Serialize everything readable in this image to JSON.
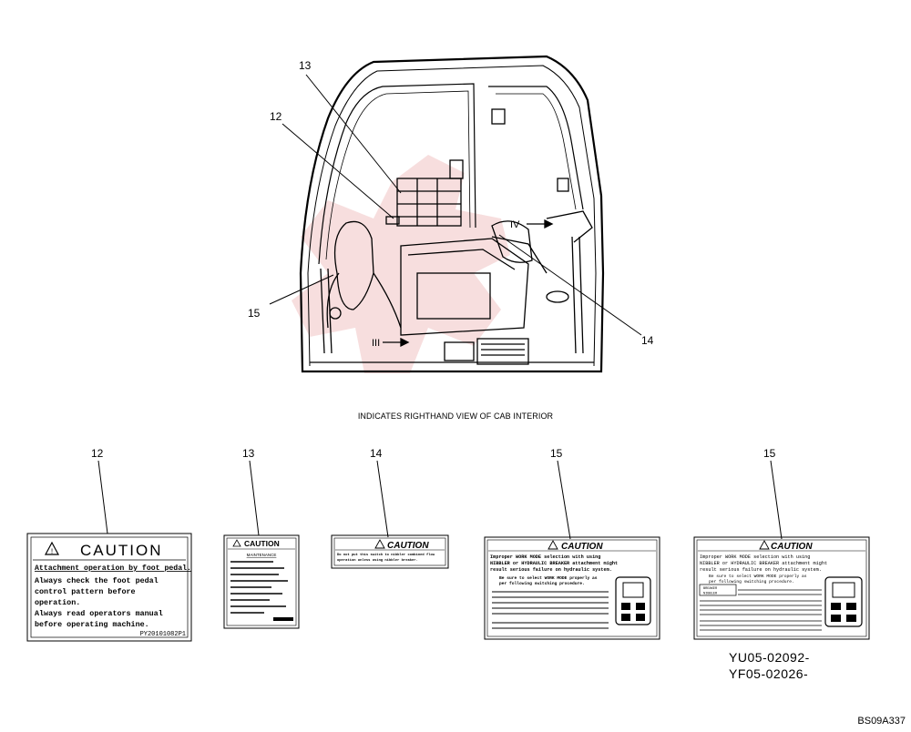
{
  "callouts": {
    "upper_13": "13",
    "upper_12": "12",
    "upper_15": "15",
    "upper_14": "14",
    "arrow_iv": "IV",
    "arrow_iii": "III"
  },
  "caption": "INDICATES RIGHTHAND VIEW OF CAB INTERIOR",
  "labels": [
    {
      "number": "12",
      "title": "CAUTION",
      "underlined": "Attachment operation by foot pedal.",
      "lines": [
        "Always check the foot pedal",
        "control pattern before",
        "operation.",
        "Always read operators manual",
        "before operating machine."
      ],
      "part_no": "PY20101082P1"
    },
    {
      "number": "13",
      "title": "CAUTION",
      "subtitle": "MAINTENANCE"
    },
    {
      "number": "14",
      "title": "CAUTION",
      "lines": [
        "Do not put this switch to nibbler combined flow",
        "operation unless using nibbler breaker."
      ]
    },
    {
      "number": "15",
      "title": "CAUTION",
      "lines": [
        "Improper WORK MODE selection with using",
        "NIBBLER or HYDRAULIC BREAKER attachment might",
        "result serious failure on hydraulic system.",
        "Be sure to select WORK MODE properly as",
        "per following switching procedure."
      ]
    },
    {
      "number": "15",
      "title": "CAUTION",
      "lines": [
        "Improper WORK MODE selection with using",
        "NIBBLER or HYDRAULIC BREAKER attachment might",
        "result serious failure on hydraulic system.",
        "Be sure to select WORK MODE properly as",
        "per following switching procedure."
      ],
      "boxed": [
        "BREAKER",
        "NIBBLER"
      ]
    }
  ],
  "part_codes": [
    "YU05-02092-",
    "YF05-02026-"
  ],
  "reference": "BS09A337",
  "colors": {
    "line": "#000000",
    "watermark": "#e8a0a0"
  }
}
